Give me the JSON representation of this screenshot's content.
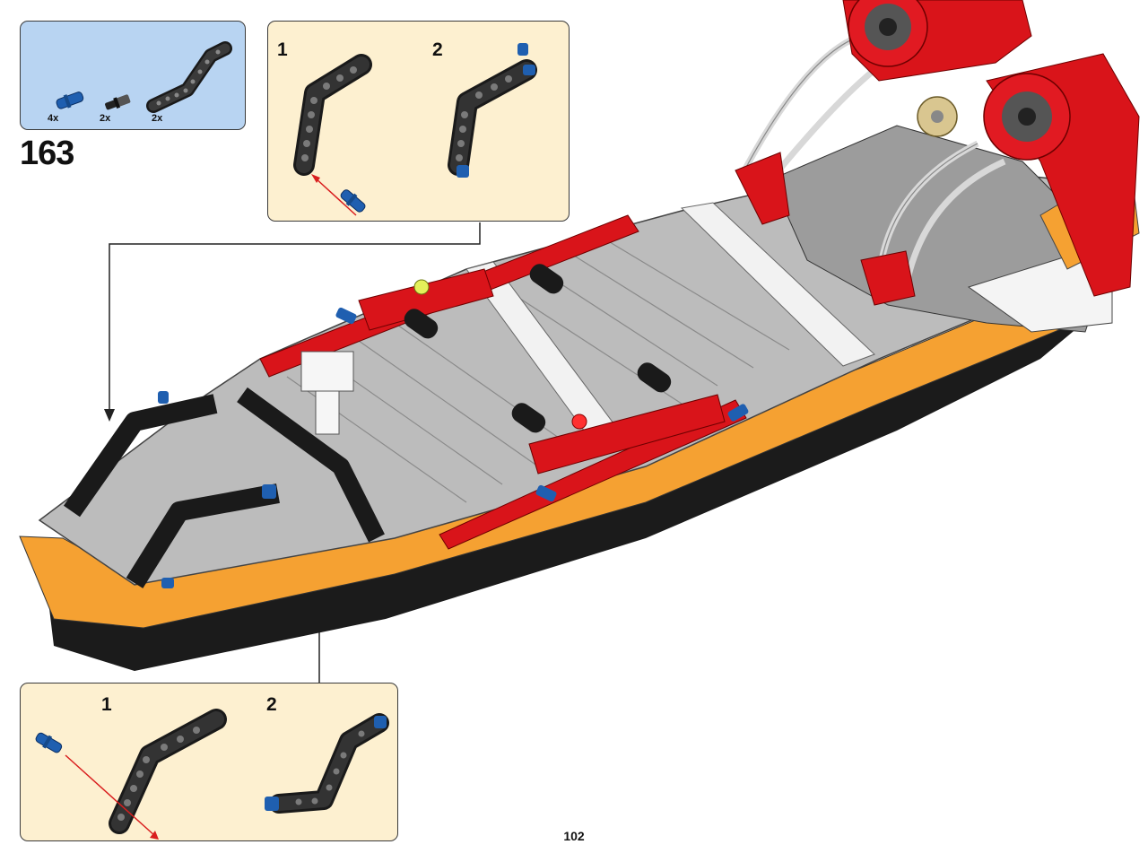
{
  "parts_list": {
    "items": [
      {
        "part": "blue-axle-pin-icon",
        "quantity": "4x"
      },
      {
        "part": "black-bushing-pin-icon",
        "quantity": "2x"
      },
      {
        "part": "black-bent-beam-icon",
        "quantity": "2x"
      }
    ]
  },
  "step": {
    "number": "163"
  },
  "callouts": {
    "top": {
      "steps": [
        "1",
        "2"
      ]
    },
    "bottom": {
      "steps": [
        "1",
        "2"
      ]
    }
  },
  "page": {
    "number": "102"
  },
  "colors": {
    "parts_bg": "#b8d4f2",
    "callout_bg": "#fdf0d0",
    "hull_orange": "#f5a132",
    "deck_gray": "#bcbcbc",
    "accent_red": "#d9141a",
    "pin_blue": "#1f5fb0",
    "beam_black": "#222222"
  }
}
